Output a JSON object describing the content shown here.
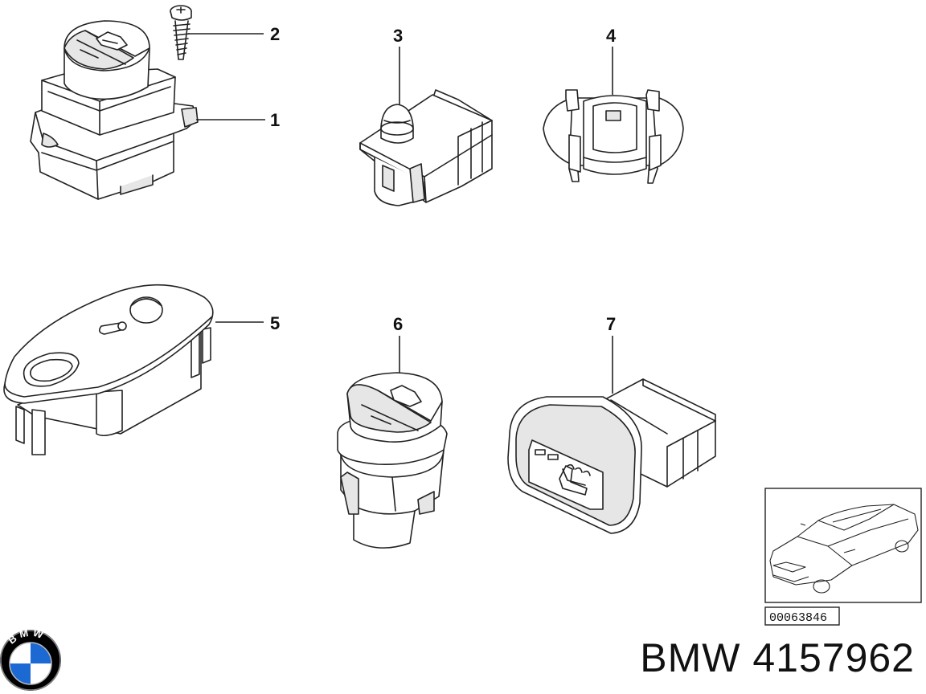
{
  "diagram": {
    "callouts": [
      {
        "id": "1",
        "label": "1"
      },
      {
        "id": "2",
        "label": "2"
      },
      {
        "id": "3",
        "label": "3"
      },
      {
        "id": "4",
        "label": "4"
      },
      {
        "id": "5",
        "label": "5"
      },
      {
        "id": "6",
        "label": "6"
      },
      {
        "id": "7",
        "label": "7"
      }
    ],
    "reference_code": "00063846",
    "logo_letters": "BMW",
    "brand_part_number": "BMW 4157962"
  },
  "colors": {
    "line": "#222222",
    "fill_light": "#ffffff",
    "fill_shade": "#e6e6e6",
    "logo_blue": "#1c69d4"
  },
  "icons": [
    "trunk-icon",
    "seat-heating-icon",
    "bmw-logo-icon"
  ]
}
